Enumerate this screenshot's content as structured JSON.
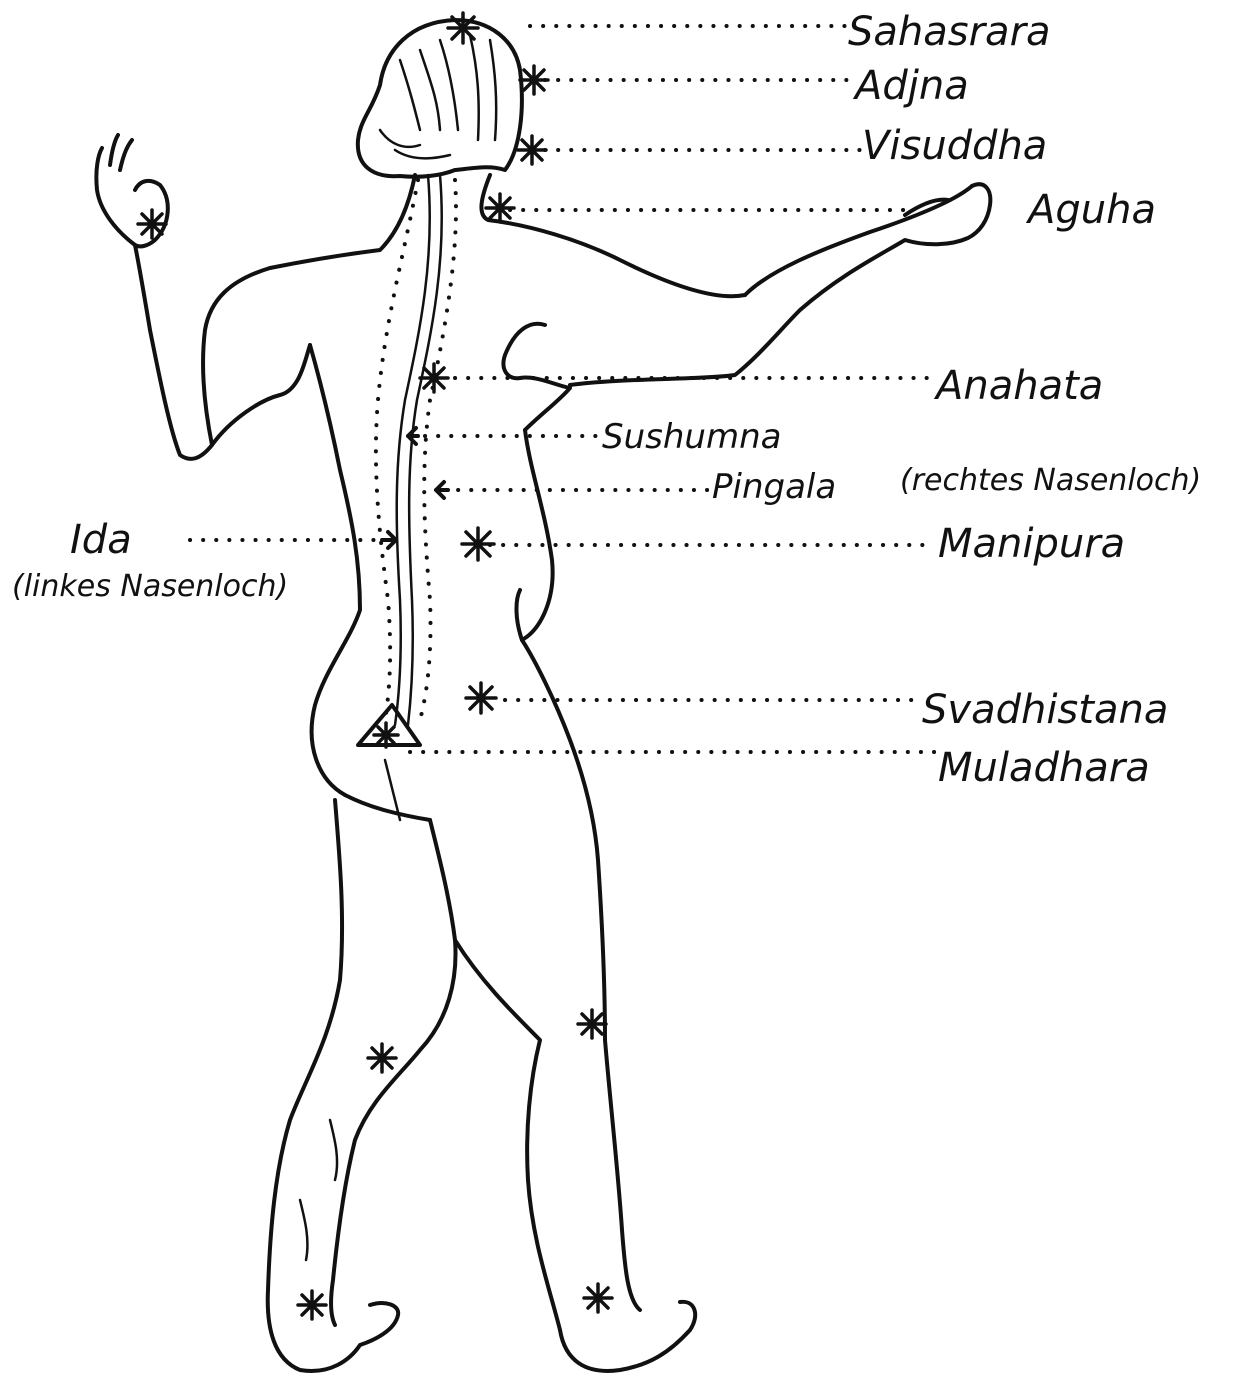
{
  "labels": {
    "sahasrara": "Sahasrara",
    "adjna": "Adjna",
    "visuddha": "Visuddha",
    "aguha": "Aguha",
    "anahata": "Anahata",
    "sushumna": "Sushumna",
    "pingala": "Pingala",
    "pingala_note": "(rechtes Nasenloch)",
    "manipura": "Manipura",
    "ida": "Ida",
    "ida_note": "(linkes Nasenloch)",
    "svadhistana": "Svadhistana",
    "muladhara": "Muladhara"
  }
}
